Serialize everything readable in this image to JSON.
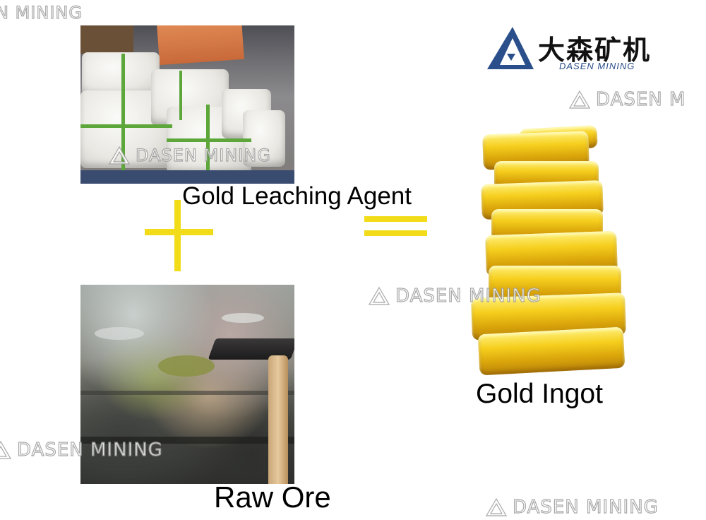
{
  "labels": {
    "agent": "Gold Leaching Agent",
    "ore": "Raw Ore",
    "ingot": "Gold Ingot"
  },
  "logo": {
    "chinese": "大森矿机",
    "english": "DASEN MINING",
    "color": "#2a4f8a"
  },
  "watermarks": {
    "top_left": "N MINING",
    "agent_photo": "DASEN MINING",
    "right_upper": "DASEN M",
    "center": "DASEN MINING",
    "left_lower": "DASEN MINING",
    "bottom_right": "DASEN MINING"
  },
  "symbols": {
    "plus": "plus-sign",
    "equals": "equals-sign",
    "color": "#f2dc1a"
  }
}
